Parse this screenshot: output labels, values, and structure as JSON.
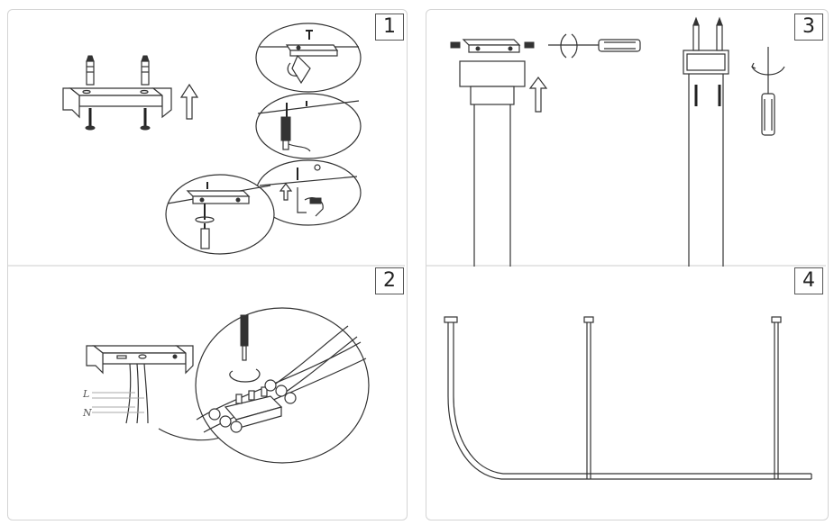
{
  "steps": [
    {
      "number": "1"
    },
    {
      "number": "2"
    },
    {
      "number": "3"
    },
    {
      "number": "4"
    }
  ],
  "wiring": {
    "live_label": "L",
    "neutral_label": "N"
  }
}
